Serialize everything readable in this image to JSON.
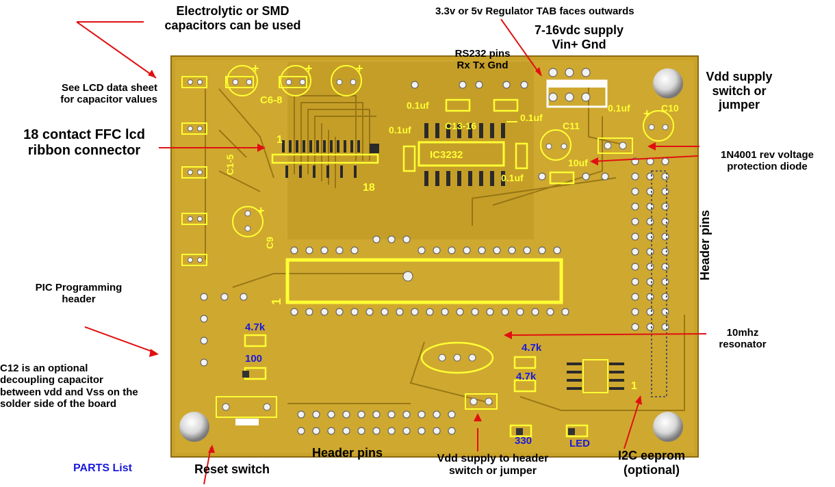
{
  "annotations": {
    "electrolytic": "Electrolytic or SMD\ncapacitors can be used",
    "lcd_datasheet": "See LCD data sheet\nfor capacitor values",
    "ffc": "18 contact FFC lcd\nribbon connector",
    "pic_header": "PIC Programming\nheader",
    "c12_note": "C12 is an optional\ndecoupling capacitor\nbetween vdd and Vss on the\nsolder side of the board",
    "parts_list": "PARTS List",
    "reset_switch": "Reset switch",
    "header_pins_bottom": "Header pins",
    "vdd_header": "Vdd supply to header\nswitch or jumper",
    "i2c": "I2C eeprom\n(optional)",
    "regulator": "3.3v or 5v Regulator TAB faces outwards",
    "supply": "7-16vdc supply\nVin+ Gnd",
    "rs232": "RS232 pins\nRx Tx Gnd",
    "vdd_switch": "Vdd supply\nswitch or\njumper",
    "diode": "1N4001 rev voltage\nprotection diode",
    "header_pins_right": "Header pins",
    "resonator": "10mhz\nresonator"
  },
  "board_labels": {
    "c6_8": "C6-8",
    "c1_5": "C1-5",
    "c9": "C9",
    "pin1_ffc": "1",
    "pin18_ffc": "18",
    "cap_01_a": "0.1uf",
    "cap_01_b": "0.1uf",
    "cap_01_c": "0.1uf",
    "cap_01_d": "0.1uf",
    "cap_01_e": "0.1uf",
    "c13_16": "C13-16",
    "ic3232": "IC3232",
    "c11": "C11",
    "c10": "C10",
    "cap_10uf": "10uf",
    "pin1_u1": "1",
    "pin1_eeprom": "1",
    "plus_c6": "+",
    "plus_c7": "+",
    "plus_c8": "+",
    "plus_c9": "+",
    "plus_c10": "+"
  },
  "resistor_values": {
    "r_4k7_a": "4.7k",
    "r_100": "100",
    "r_4k7_b": "4.7k",
    "r_4k7_c": "4.7k",
    "r_330": "330",
    "led": "LED"
  },
  "colors": {
    "board": "#c8a227",
    "board_dark": "#a8841a",
    "copper_trace": "#8c6c10",
    "pad": "#f0f0f0",
    "silk_highlight": "#ffff33",
    "arrow": "#e01010",
    "value_text": "#1a1adb"
  }
}
